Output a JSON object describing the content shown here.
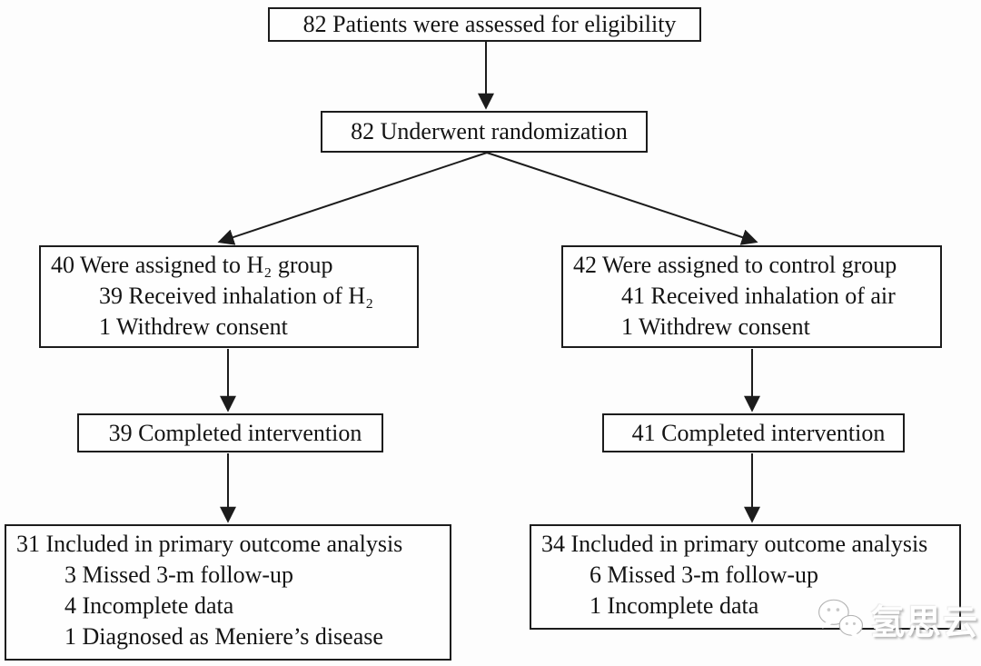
{
  "flow": {
    "eligibility": {
      "lines": [
        "82 Patients were assessed for eligibility"
      ]
    },
    "randomization": {
      "lines": [
        "82 Underwent randomization"
      ]
    },
    "h2_assigned": {
      "lines": [
        "40 Were assigned to H₂ group",
        "39 Received inhalation of H₂",
        "1 Withdrew consent"
      ]
    },
    "control_assigned": {
      "lines": [
        "42 Were assigned to control group",
        "41 Received inhalation of air",
        "1 Withdrew consent"
      ]
    },
    "h2_completed": {
      "lines": [
        "39 Completed intervention"
      ]
    },
    "control_completed": {
      "lines": [
        "41 Completed intervention"
      ]
    },
    "h2_analysis": {
      "lines": [
        "31 Included in primary outcome analysis",
        "3 Missed 3-m follow-up",
        "4 Incomplete data",
        "1 Diagnosed as Meniere’s disease"
      ]
    },
    "control_analysis": {
      "lines": [
        "34 Included in primary outcome analysis",
        "6 Missed 3-m follow-up",
        "1 Incomplete data"
      ]
    }
  },
  "watermark": {
    "label": "氢思云",
    "icon": "wechat-chat-bubbles-icon"
  },
  "colors": {
    "box_border": "#1c1c1c",
    "arrow": "#1c1c1c",
    "text": "#141414",
    "background": "#fdfdfd",
    "watermark_text": "#ffffff",
    "watermark_shadow": "#8c8c8c"
  }
}
